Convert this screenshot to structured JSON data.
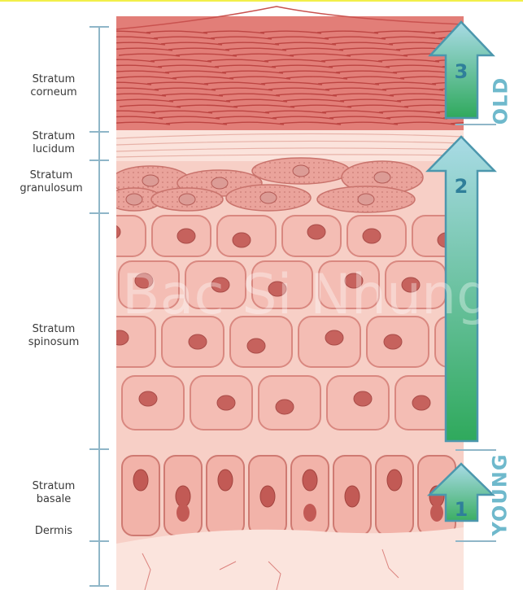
{
  "layers": [
    {
      "id": "corneum",
      "line1": "Stratum",
      "line2": "corneum"
    },
    {
      "id": "lucidum",
      "line1": "Stratum",
      "line2": "lucidum"
    },
    {
      "id": "granulosum",
      "line1": "Stratum",
      "line2": "granulosum"
    },
    {
      "id": "spinosum",
      "line1": "Stratum",
      "line2": "spinosum"
    },
    {
      "id": "basale",
      "line1": "Stratum",
      "line2": "basale"
    },
    {
      "id": "dermis",
      "line1": "Dermis",
      "line2": ""
    }
  ],
  "arrows": [
    {
      "number": "3"
    },
    {
      "number": "2"
    },
    {
      "number": "1"
    }
  ],
  "side_labels": {
    "old": "OLD",
    "young": "YOUNG"
  },
  "watermark": "Bac Si Nhung",
  "colors": {
    "bracket": "#8fb6c8",
    "arrow_top": "#9fd3e0",
    "arrow_bottom": "#2eaa5c",
    "cell": "#f0b2a8",
    "nucleus": "#b85a55",
    "muscle": "#d35a55"
  }
}
